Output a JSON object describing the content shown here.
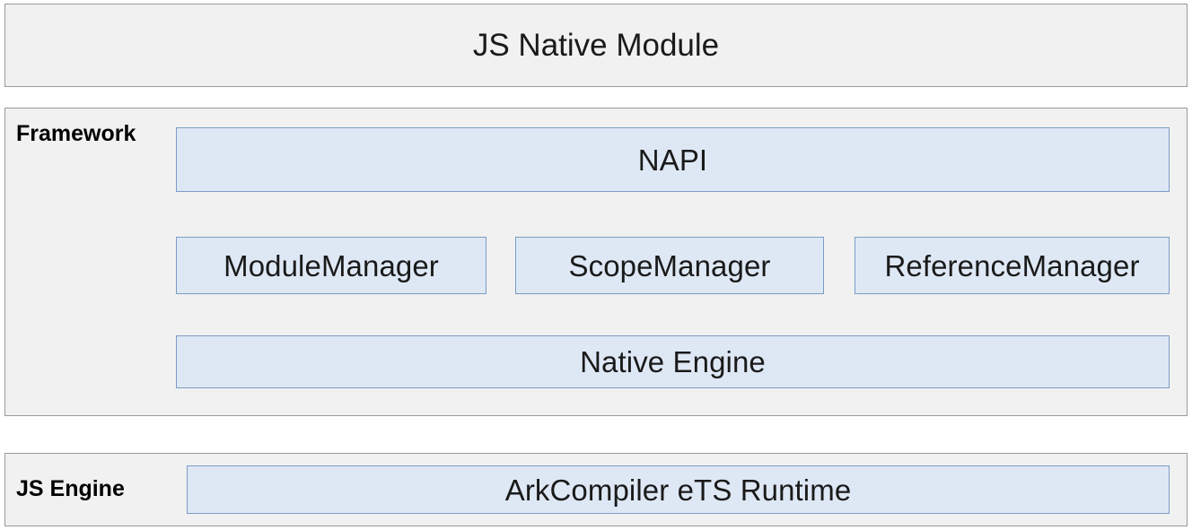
{
  "diagram": {
    "title": "JS Native Module / NAPI Framework architecture",
    "type": "layered-block-diagram",
    "colors": {
      "panel_background": "#f1f1f1",
      "panel_border": "#9a9a9a",
      "block_background": "#dee8f5",
      "block_border": "#7b9cc4",
      "text": "#1a1a1a",
      "page_background": "#ffffff"
    },
    "layers": [
      {
        "id": "js-native-module",
        "side_label": "",
        "blocks": [
          {
            "id": "js-native-module",
            "label": "JS Native Module"
          }
        ]
      },
      {
        "id": "framework",
        "side_label": "Framework",
        "rows": [
          {
            "id": "napi-row",
            "blocks": [
              {
                "id": "napi",
                "label": "NAPI"
              }
            ]
          },
          {
            "id": "managers-row",
            "blocks": [
              {
                "id": "module-manager",
                "label": "ModuleManager"
              },
              {
                "id": "scope-manager",
                "label": "ScopeManager"
              },
              {
                "id": "reference-manager",
                "label": "ReferenceManager"
              }
            ]
          },
          {
            "id": "native-engine-row",
            "blocks": [
              {
                "id": "native-engine",
                "label": "Native Engine"
              }
            ]
          }
        ]
      },
      {
        "id": "js-engine",
        "side_label": "JS Engine",
        "blocks": [
          {
            "id": "ark-runtime",
            "label": "ArkCompiler eTS Runtime"
          }
        ]
      }
    ]
  }
}
